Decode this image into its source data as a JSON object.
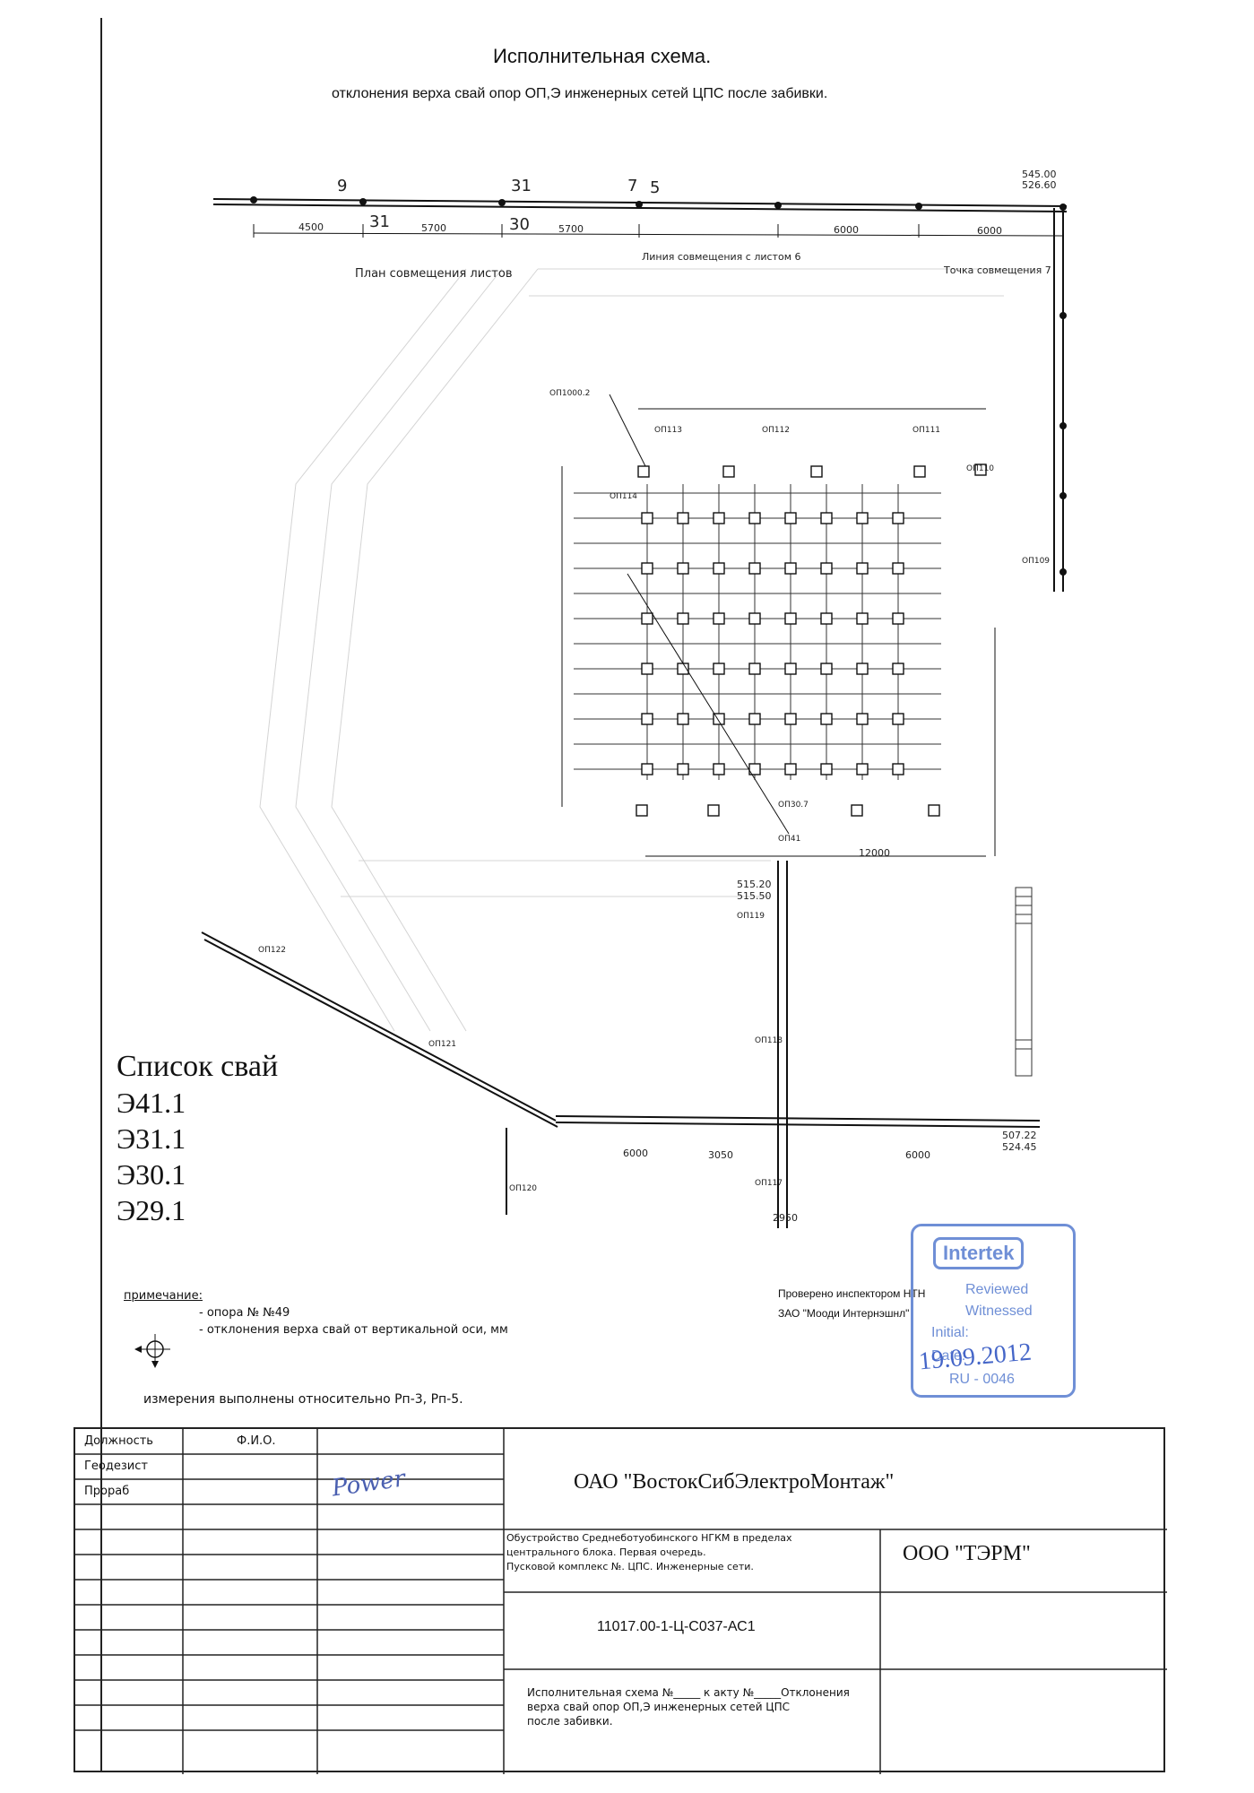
{
  "title": "Исполнительная  схема.",
  "subtitle": "отклонения верха свай опор ОП,Э инженерных сетей ЦПС после забивки.",
  "plan_label": "План совмещения листов",
  "line_label": "Линия совмещения с листом 6",
  "point_label": "Точка совмещения 7",
  "op_labels": [
    "ОП1000.2",
    "ОП113",
    "ОП112",
    "ОП111",
    "ОП110",
    "ОП114",
    "ОП109",
    "ОП119",
    "ОП118",
    "ОП117",
    "ОП122",
    "ОП121",
    "ОП120",
    "ОП41",
    "ОП30.7"
  ],
  "pile_list": {
    "title": "Список свай",
    "items": [
      "Э41.1",
      "Э31.1",
      "Э30.1",
      "Э29.1"
    ]
  },
  "notes": {
    "heading": "примечание:",
    "line1": "- опора № №49",
    "line2": "- отклонения верха свай от вертикальной оси, мм",
    "measure": "измерения выполнены относительно Рп-3, Рп-5."
  },
  "inspector": {
    "line1": "Проверено инспектором НТН",
    "line2": "ЗАО \"Мооди Интернэшнл\""
  },
  "stamp": {
    "brand": "Intertek",
    "reviewed": "Reviewed",
    "witnessed": "Witnessed",
    "initial": "Initial:",
    "date_label": "Date:",
    "date": "19.09.2012",
    "code": "RU - 0046"
  },
  "title_block": {
    "rows": [
      "Должность",
      "Геодезист",
      "Прораб"
    ],
    "fio": "Ф.И.О.",
    "signature": "Power",
    "company": "ОАО  \"ВостокСибЭлектроМонтаж\"",
    "contractor": "ООО  \"ТЭРМ\"",
    "project": [
      "Обустройство Среднеботуобинского НГКМ в пределах",
      "центрального блока. Первая очередь.",
      "Пусковой комплекс №. ЦПС. Инженерные сети."
    ],
    "code": "11017.00-1-Ц-С037-АС1",
    "description": [
      "Исполнительная схема №_____ к акту №_____Отклонения",
      "верха свай опор ОП,Э инженерных сетей ЦПС",
      "после забивки."
    ]
  },
  "dimensions_top": [
    "4500",
    "5700",
    "5700",
    "6000",
    "6000"
  ],
  "elevations": [
    "545.00",
    "526.60",
    "515.20",
    "515.50",
    "507.22",
    "524.45"
  ]
}
